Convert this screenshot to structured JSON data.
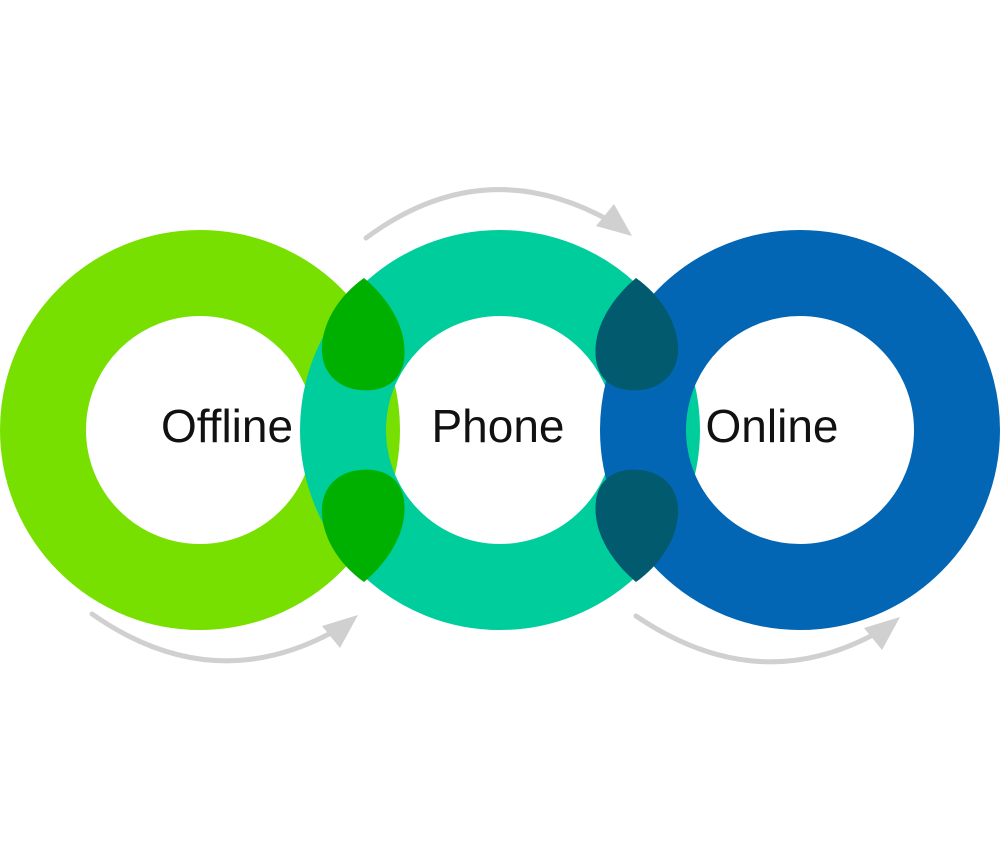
{
  "channels": [
    {
      "id": "offline",
      "label": "Offline",
      "color": "#78e000"
    },
    {
      "id": "phone",
      "label": "Phone",
      "color": "#00cd9c"
    },
    {
      "id": "online",
      "label": "Online",
      "color": "#0266b5"
    }
  ],
  "overlap_colors": {
    "offline_phone": "#00b000",
    "phone_online": "#025a6e"
  },
  "arrow_color": "#d0d0d0"
}
